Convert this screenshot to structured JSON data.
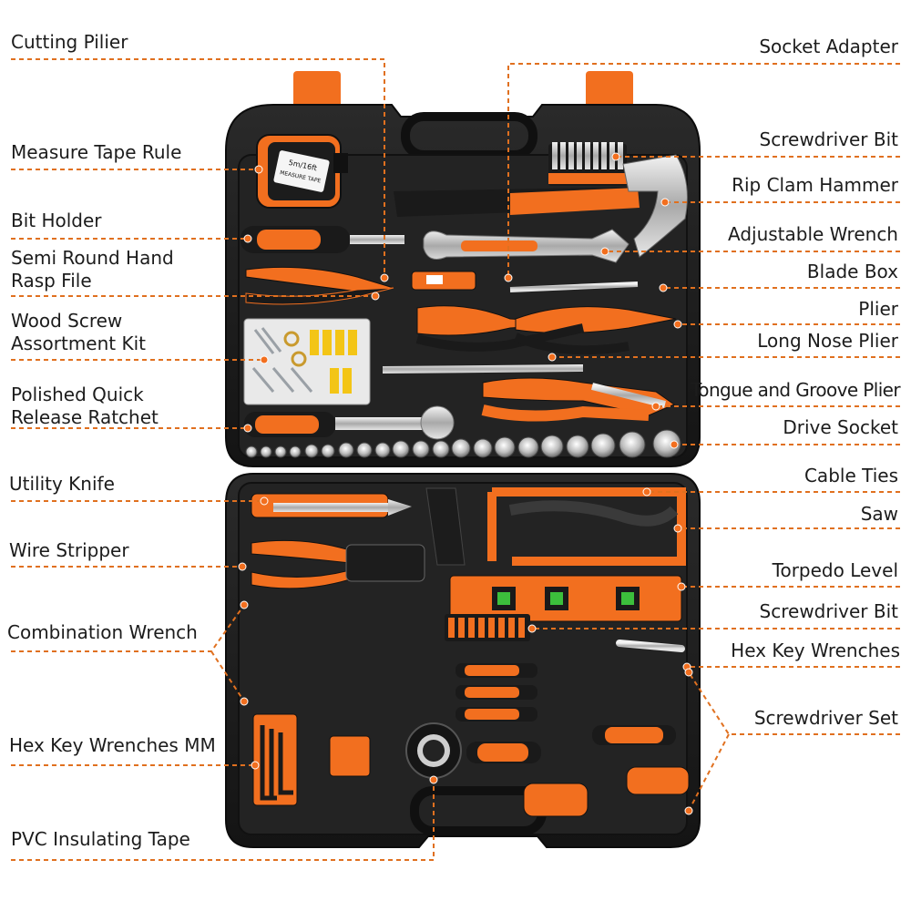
{
  "labels_left": [
    {
      "id": "cutting-plier",
      "text": "Cutting Pilier"
    },
    {
      "id": "measure-tape-rule",
      "text": "Measure Tape Rule"
    },
    {
      "id": "bit-holder",
      "text": "Bit Holder"
    },
    {
      "id": "semi-round-rasp-line1",
      "text": "Semi Round Hand"
    },
    {
      "id": "semi-round-rasp-line2",
      "text": "Rasp File"
    },
    {
      "id": "wood-screw-line1",
      "text": "Wood Screw"
    },
    {
      "id": "wood-screw-line2",
      "text": "Assortment Kit"
    },
    {
      "id": "ratchet-line1",
      "text": "Polished Quick"
    },
    {
      "id": "ratchet-line2",
      "text": "Release Ratchet"
    },
    {
      "id": "utility-knife",
      "text": "Utility Knife"
    },
    {
      "id": "wire-stripper",
      "text": "Wire Stripper"
    },
    {
      "id": "combination-wrench",
      "text": "Combination Wrench"
    },
    {
      "id": "hex-key-mm",
      "text": "Hex Key Wrenches MM"
    },
    {
      "id": "pvc-tape",
      "text": "PVC Insulating Tape"
    }
  ],
  "labels_right": [
    {
      "id": "socket-adapter",
      "text": "Socket Adapter"
    },
    {
      "id": "screwdriver-bit-top",
      "text": "Screwdriver Bit"
    },
    {
      "id": "rip-claw-hammer",
      "text": "Rip Clam Hammer"
    },
    {
      "id": "adjustable-wrench",
      "text": "Adjustable Wrench"
    },
    {
      "id": "blade-box",
      "text": "Blade Box"
    },
    {
      "id": "plier",
      "text": "Plier"
    },
    {
      "id": "long-nose-plier",
      "text": "Long Nose Plier"
    },
    {
      "id": "tongue-groove-plier",
      "text": "Tongue and Groove Plier"
    },
    {
      "id": "drive-socket",
      "text": "Drive Socket"
    },
    {
      "id": "cable-ties",
      "text": "Cable Ties"
    },
    {
      "id": "saw",
      "text": "Saw"
    },
    {
      "id": "torpedo-level",
      "text": "Torpedo Level"
    },
    {
      "id": "screwdriver-bit-bottom",
      "text": "Screwdriver Bit"
    },
    {
      "id": "hex-key-wrenches",
      "text": "Hex Key Wrenches"
    },
    {
      "id": "screwdriver-set",
      "text": "Screwdriver Set"
    }
  ],
  "tape_measure_text": {
    "size": "5m/16ft",
    "brand": "MEASURE TAPE"
  },
  "colors": {
    "accent": "#f26f1f",
    "case": "#1e1e1e",
    "tray": "#262626",
    "leader": "#e0701f",
    "label": "#1c1c1c",
    "background": "#ffffff"
  }
}
